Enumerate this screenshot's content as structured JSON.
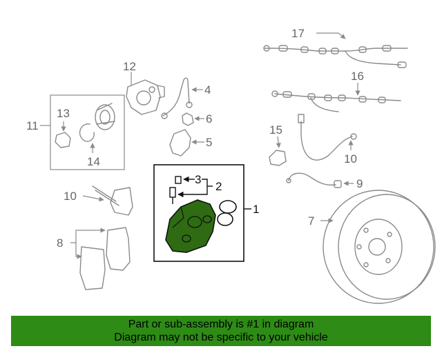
{
  "callouts": {
    "c1": "1",
    "c2": "2",
    "c3": "3",
    "c5": "5",
    "c6": "6",
    "c4": "4",
    "c7": "7",
    "c8": "8",
    "c9": "9",
    "c10a": "10",
    "c10b": "10",
    "c11": "11",
    "c12": "12",
    "c13": "13",
    "c14": "14",
    "c15": "15",
    "c16": "16",
    "c17": "17"
  },
  "colors": {
    "highlight": "#2e6b12",
    "banner": "#2e8b16",
    "line": "#8a8a8a"
  },
  "banner": {
    "line1": "Part or sub-assembly is #1 in diagram",
    "line2": "Diagram may not be specific to your vehicle"
  }
}
